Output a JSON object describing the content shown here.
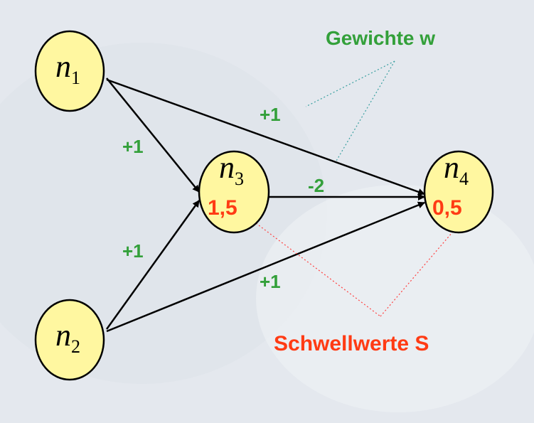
{
  "nodes": [
    {
      "id": "n1",
      "name": "n",
      "sub": "1",
      "threshold": null
    },
    {
      "id": "n2",
      "name": "n",
      "sub": "2",
      "threshold": null
    },
    {
      "id": "n3",
      "name": "n",
      "sub": "3",
      "threshold": "1,5"
    },
    {
      "id": "n4",
      "name": "n",
      "sub": "4",
      "threshold": "0,5"
    }
  ],
  "edges": [
    {
      "from": "n1",
      "to": "n3",
      "weight": "+1"
    },
    {
      "from": "n1",
      "to": "n4",
      "weight": "+1"
    },
    {
      "from": "n2",
      "to": "n3",
      "weight": "+1"
    },
    {
      "from": "n2",
      "to": "n4",
      "weight": "+1"
    },
    {
      "from": "n3",
      "to": "n4",
      "weight": "-2"
    }
  ],
  "annotations": {
    "weights_label": "Gewichte w",
    "thresholds_label": "Schwellwerte S"
  },
  "colors": {
    "weight": "#33a03a",
    "threshold": "#ff3b14",
    "node_fill": "#fff7a0",
    "background": "#e4e8ee"
  }
}
